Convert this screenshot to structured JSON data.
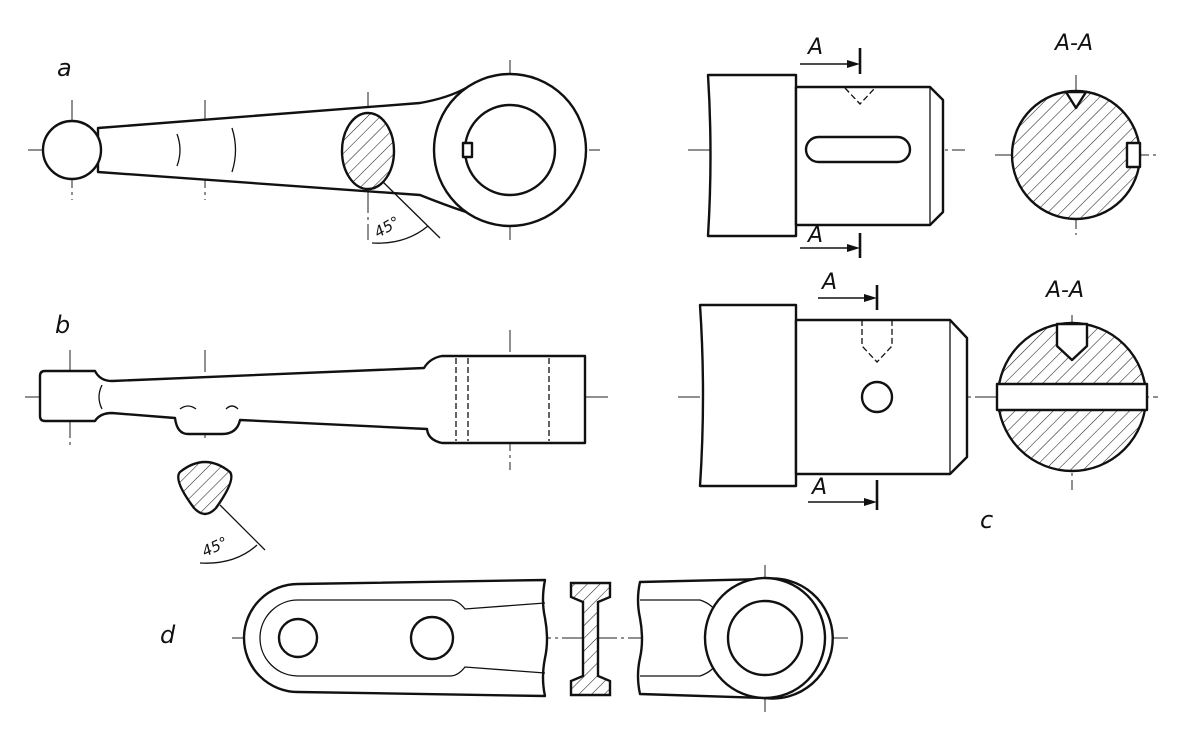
{
  "labels": {
    "part_a": "a",
    "part_b": "b",
    "part_c": "c",
    "part_d": "d",
    "section_marker": "A",
    "section_title": "A-A",
    "angle_a": "45°",
    "angle_b": "45°"
  }
}
